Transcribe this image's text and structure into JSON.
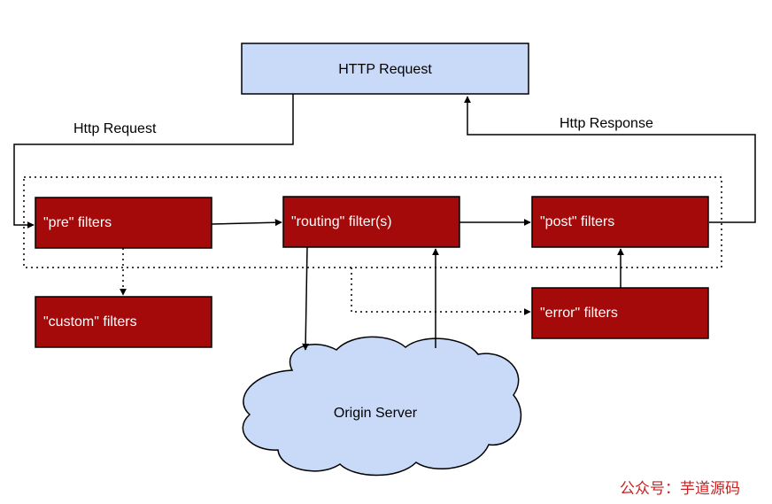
{
  "colors": {
    "filter_fill": "#a50a0a",
    "request_fill": "#c9daf8",
    "cloud_fill": "#c9daf8",
    "stroke": "#000000",
    "watermark": "#cc1f1f"
  },
  "nodes": {
    "http_request": "HTTP Request",
    "pre_filters": "\"pre\" filters",
    "routing_filters": "\"routing\" filter(s)",
    "post_filters": "\"post\" filters",
    "custom_filters": "\"custom\" filters",
    "error_filters": "\"error\" filters",
    "origin_server": "Origin Server"
  },
  "edges": {
    "http_request_label": "Http Request",
    "http_response_label": "Http Response"
  },
  "watermark": "公众号：芋道源码"
}
